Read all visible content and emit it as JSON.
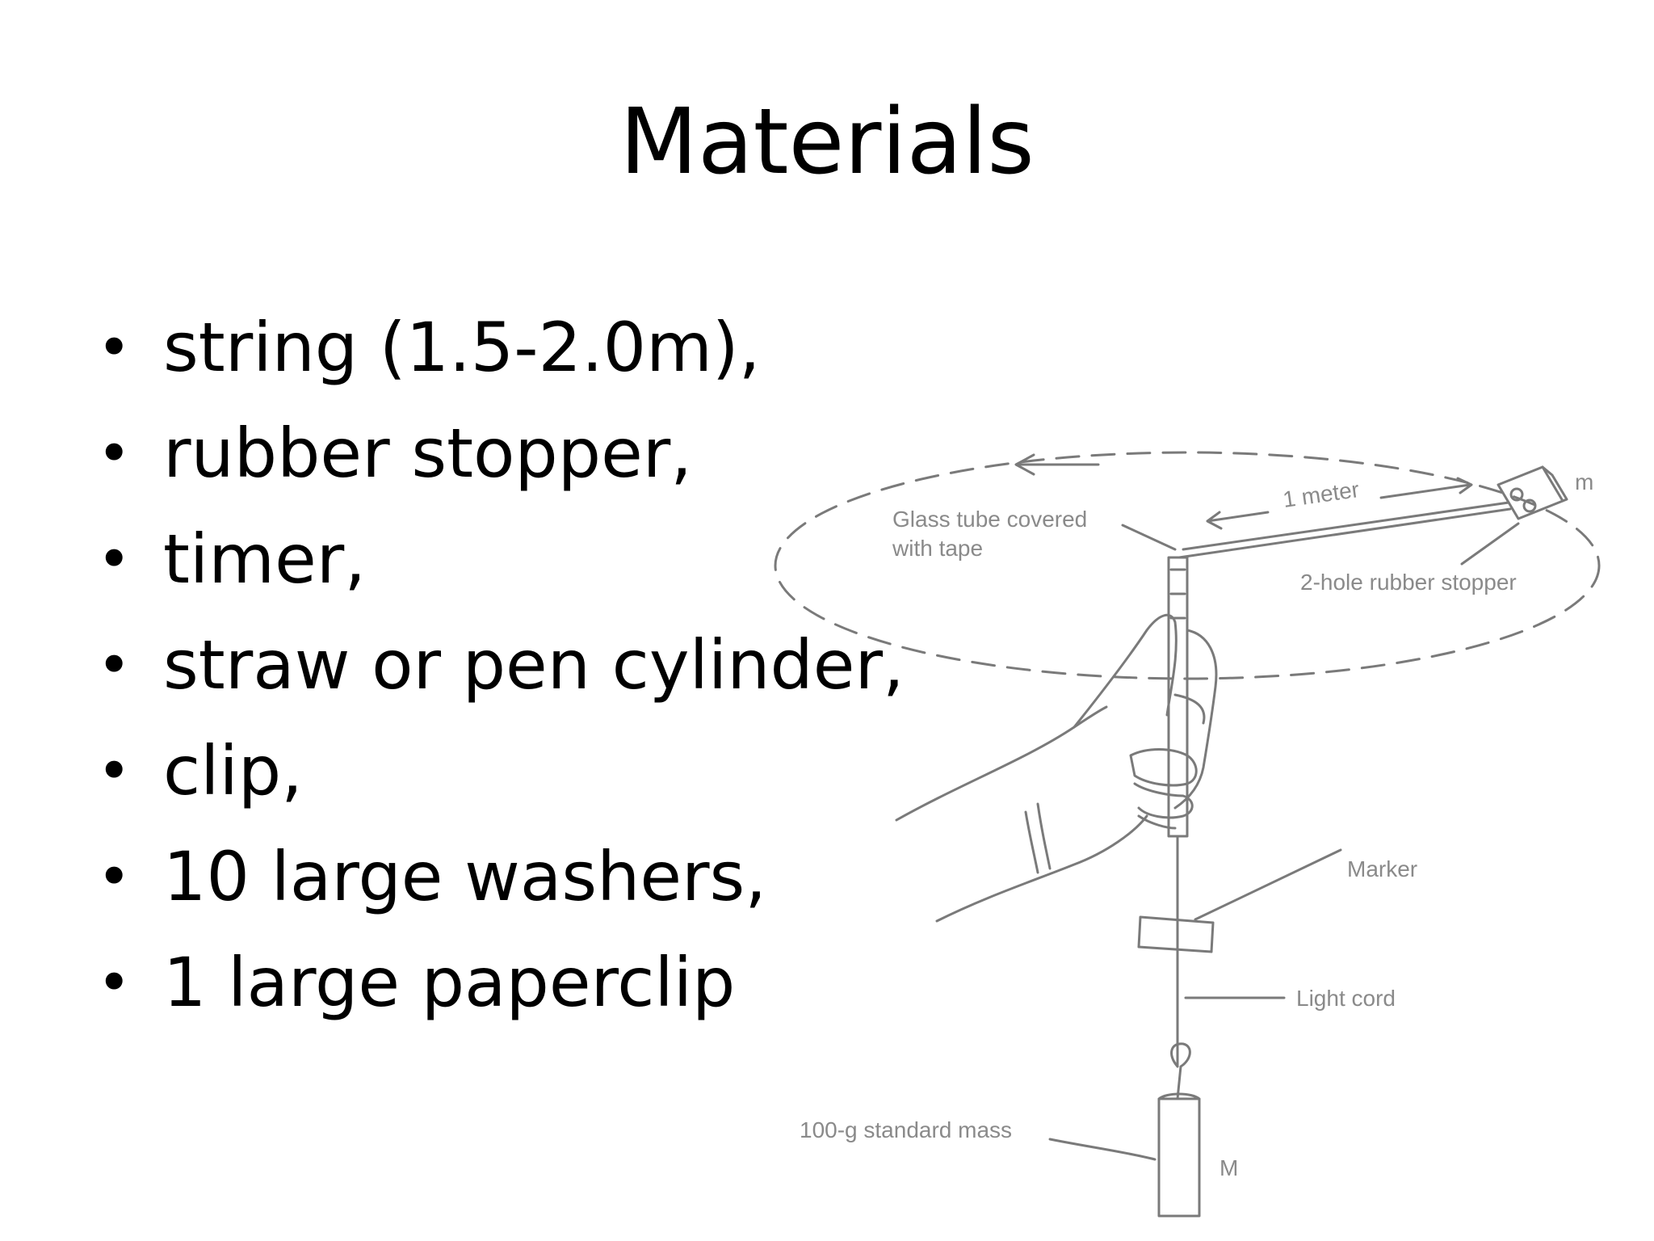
{
  "slide": {
    "title": "Materials",
    "bullets": [
      "string (1.5-2.0m),",
      "rubber stopper,",
      "timer,",
      "straw or pen cylinder,",
      "clip,",
      "10 large washers,",
      "1 large paperclip"
    ]
  },
  "diagram": {
    "labels": {
      "glass_tube_line1": "Glass tube covered",
      "glass_tube_line2": "with tape",
      "one_meter": "1 meter",
      "stopper_m": "m",
      "rubber_stopper": "2-hole rubber stopper",
      "marker": "Marker",
      "light_cord": "Light cord",
      "standard_mass": "100-g standard mass",
      "mass_M": "M"
    },
    "line_color": "#7a7a7a"
  }
}
